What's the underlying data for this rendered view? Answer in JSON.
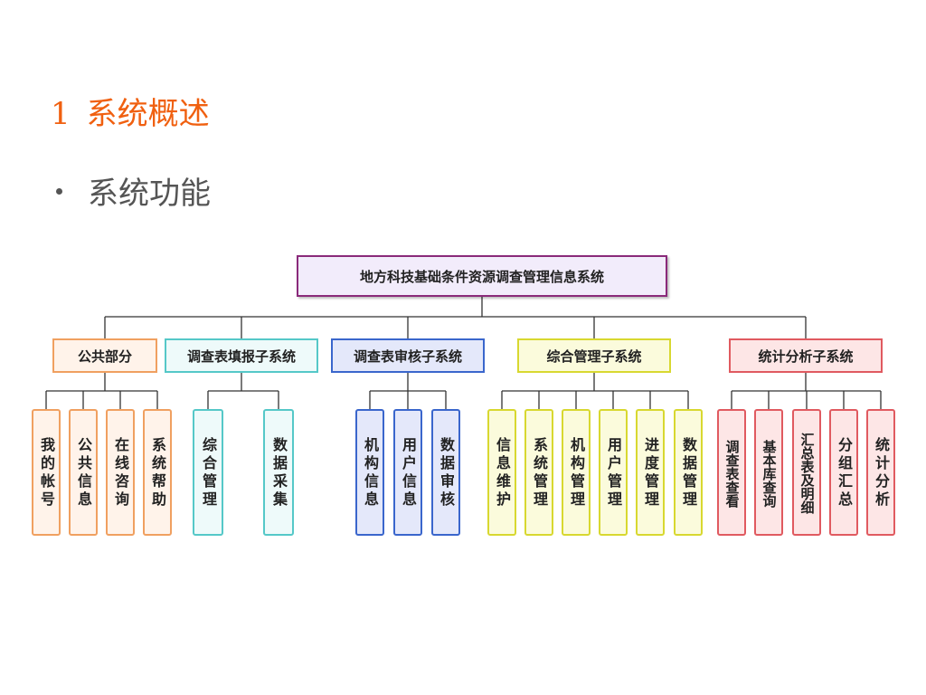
{
  "slide": {
    "title_number": "1",
    "title_text": "系统概述",
    "bullet": "系统功能"
  },
  "diagram": {
    "root": "地方科技基础条件资源调查管理信息系统",
    "branches": [
      {
        "label": "公共部分",
        "border": "#f0a060",
        "fill": "#fff3ea",
        "leaves": [
          "我的帐号",
          "公共信息",
          "在线咨询",
          "系统帮助"
        ]
      },
      {
        "label": "调查表填报子系统",
        "border": "#55c8c8",
        "fill": "#eefafa",
        "leaves": [
          "综合管理",
          "数据采集"
        ]
      },
      {
        "label": "调查表审核子系统",
        "border": "#3a66cc",
        "fill": "#e4e8fa",
        "leaves": [
          "机构信息",
          "用户信息",
          "数据审核"
        ]
      },
      {
        "label": "综合管理子系统",
        "border": "#d8d830",
        "fill": "#fbfbdc",
        "leaves": [
          "信息维护",
          "系统管理",
          "机构管理",
          "用户管理",
          "进度管理",
          "数据管理"
        ]
      },
      {
        "label": "统计分析子系统",
        "border": "#e05a60",
        "fill": "#fde6e6",
        "leaves": [
          "调查表查看",
          "基本库查询",
          "汇总表及明细",
          "分组汇总",
          "统计分析"
        ]
      }
    ]
  }
}
